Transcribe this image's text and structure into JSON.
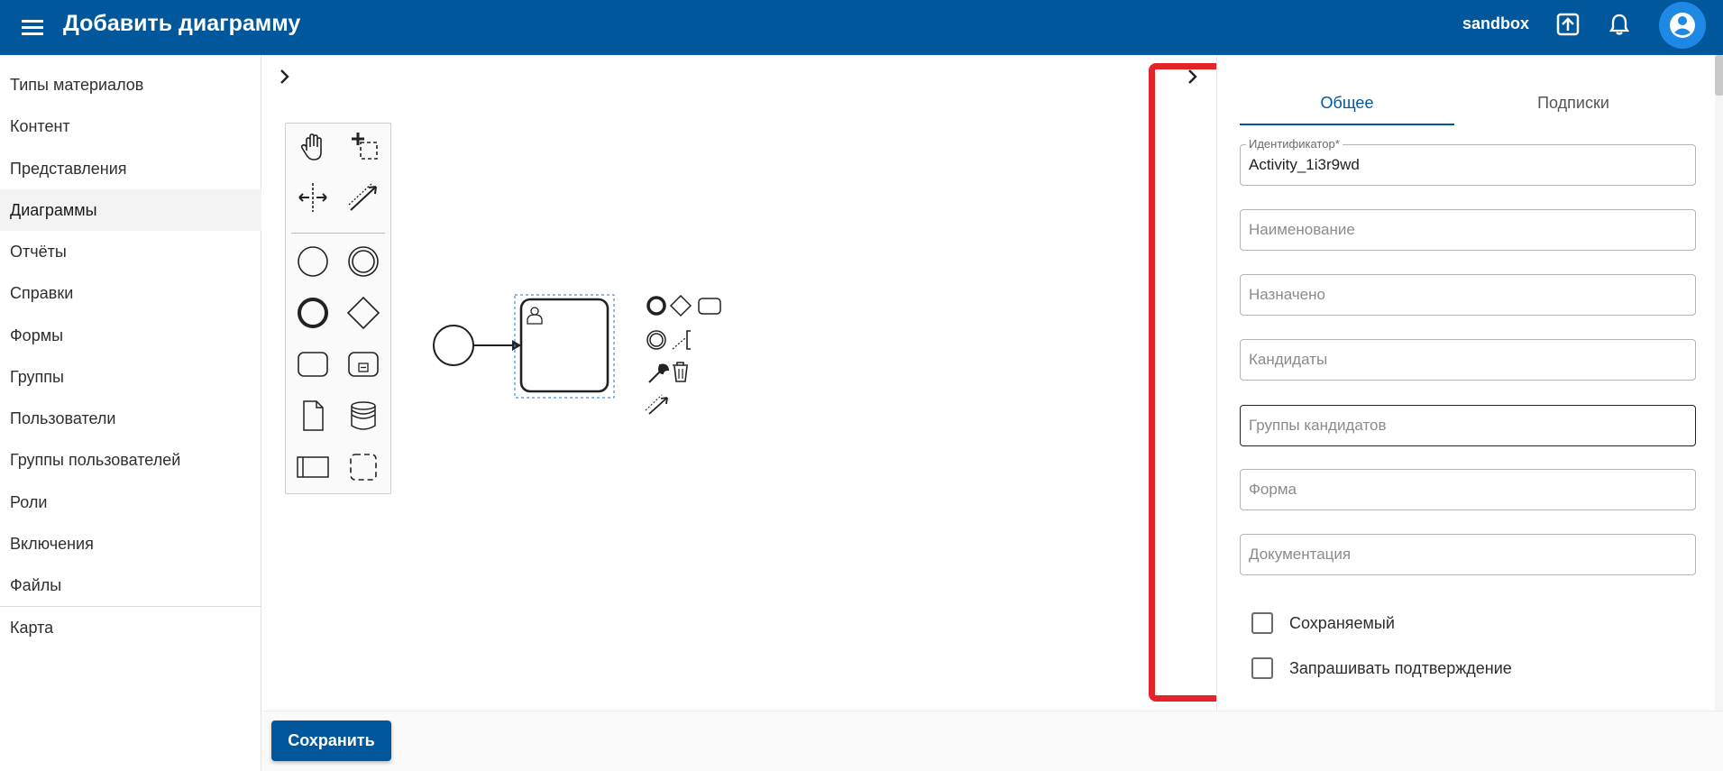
{
  "header": {
    "title": "Добавить диаграмму",
    "user": "sandbox"
  },
  "sidebar": {
    "items": [
      {
        "label": "Типы материалов"
      },
      {
        "label": "Контент"
      },
      {
        "label": "Представления"
      },
      {
        "label": "Диаграммы"
      },
      {
        "label": "Отчёты"
      },
      {
        "label": "Справки"
      },
      {
        "label": "Формы"
      },
      {
        "label": "Группы"
      },
      {
        "label": "Пользователи"
      },
      {
        "label": "Группы пользователей"
      },
      {
        "label": "Роли"
      },
      {
        "label": "Включения"
      },
      {
        "label": "Файлы"
      },
      {
        "label": "Карта"
      }
    ]
  },
  "panel": {
    "tabs": [
      {
        "label": "Общее"
      },
      {
        "label": "Подписки"
      }
    ],
    "fields": {
      "identifier_label": "Идентификатор*",
      "identifier_value": "Activity_1i3r9wd",
      "name_placeholder": "Наименование",
      "assignee_placeholder": "Назначено",
      "candidates_placeholder": "Кандидаты",
      "candidate_groups_placeholder": "Группы кандидатов",
      "form_placeholder": "Форма",
      "documentation_placeholder": "Документация"
    },
    "checkboxes": [
      {
        "label": "Сохраняемый"
      },
      {
        "label": "Запрашивать подтверждение"
      }
    ]
  },
  "footer": {
    "save_label": "Сохранить"
  },
  "colors": {
    "brand": "#01579b",
    "highlight": "#e3242b"
  }
}
